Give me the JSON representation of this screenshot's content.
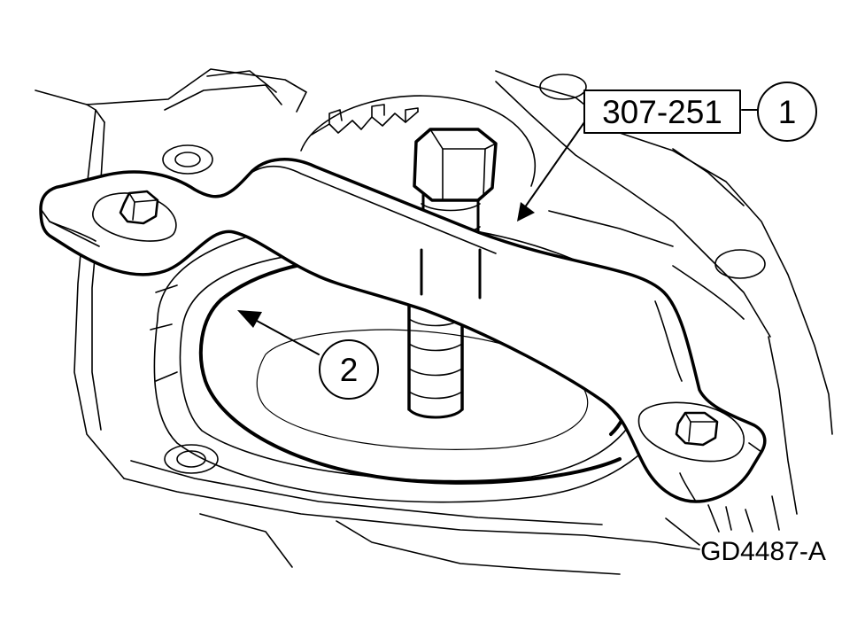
{
  "tool_label": "307-251",
  "callout_1": "1",
  "callout_2": "2",
  "figure_id": "GD4487-A",
  "colors": {
    "line": "#000000",
    "background": "#ffffff"
  }
}
